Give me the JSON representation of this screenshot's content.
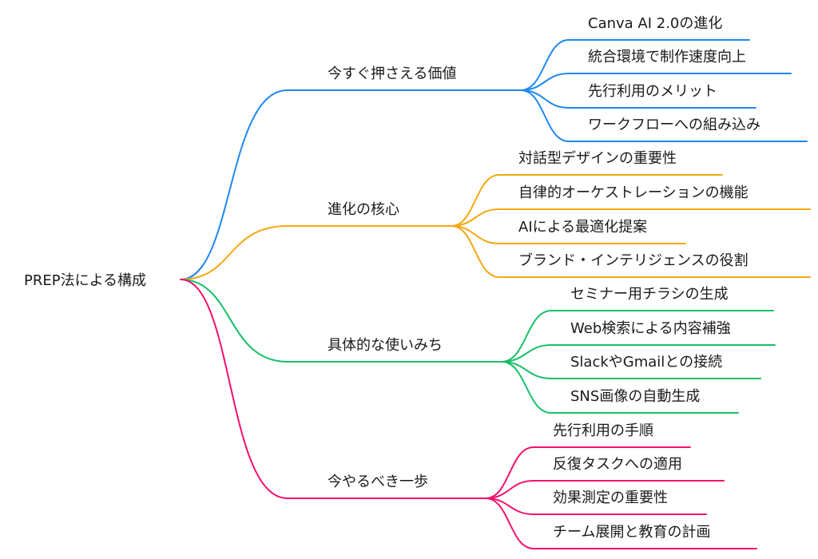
{
  "root": {
    "label": "PREP法による構成"
  },
  "branches": [
    {
      "label": "今すぐ押さえる価値",
      "color": "#1e88f0",
      "children": [
        "Canva AI 2.0の進化",
        "統合環境で制作速度向上",
        "先行利用のメリット",
        "ワークフローへの組み込み"
      ]
    },
    {
      "label": "進化の核心",
      "color": "#f5a70f",
      "children": [
        "対話型デザインの重要性",
        "自律的オーケストレーションの機能",
        "AIによる最適化提案",
        "ブランド・インテリジェンスの役割"
      ]
    },
    {
      "label": "具体的な使いみち",
      "color": "#17c06a",
      "children": [
        "セミナー用チラシの生成",
        "Web検索による内容補強",
        "SlackやGmailとの接続",
        "SNS画像の自動生成"
      ]
    },
    {
      "label": "今やるべき一歩",
      "color": "#f5106e",
      "children": [
        "先行利用の手順",
        "反復タスクへの適用",
        "効果測定の重要性",
        "チーム展開と教育の計画"
      ]
    }
  ]
}
